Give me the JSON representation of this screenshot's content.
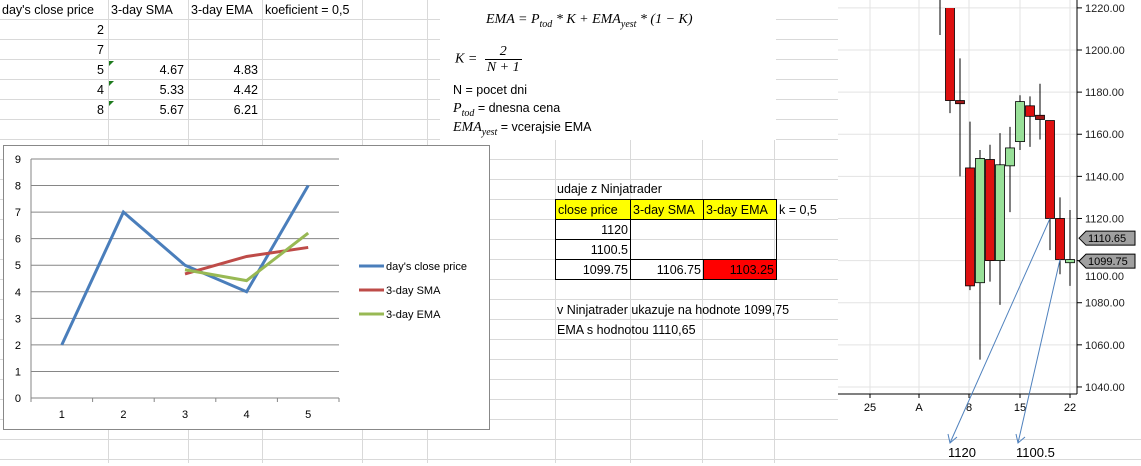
{
  "sheet": {
    "headers": [
      "day's close price",
      "3-day SMA",
      "3-day EMA",
      "koeficient = 0,5"
    ],
    "rows": [
      {
        "close": "2",
        "sma": "",
        "ema": ""
      },
      {
        "close": "7",
        "sma": "",
        "ema": ""
      },
      {
        "close": "5",
        "sma": "4.67",
        "ema": "4.83"
      },
      {
        "close": "4",
        "sma": "5.33",
        "ema": "4.42"
      },
      {
        "close": "8",
        "sma": "5.67",
        "ema": "6.21"
      }
    ]
  },
  "formula": {
    "ema_lhs": "EMA = ",
    "p": "P",
    "tod": "tod",
    "mid": " * K + EMA",
    "yest": "yest",
    "tail": " * (1 − K)",
    "k_lhs": "K = ",
    "k_num": "2",
    "k_den": "N + 1",
    "n_def": "N = pocet dni",
    "p_def": " = dnesna cena",
    "ema_var": "EMA",
    "ema_def": " = vcerajsie EMA"
  },
  "ninja_table": {
    "title": "udaje z Ninjatrader",
    "headers": [
      "close price",
      "3-day SMA",
      "3-day EMA"
    ],
    "k_label": "k = 0,5",
    "rows": [
      [
        "1120",
        "",
        ""
      ],
      [
        "1100.5",
        "",
        ""
      ],
      [
        "1099.75",
        "1106.75",
        "1103.25"
      ]
    ],
    "highlight_color": "#ff0000",
    "note1": "v Ninjatrader ukazuje na hodnote 1099,75",
    "note2": "EMA s hodnotou 1110,65"
  },
  "chart_data": [
    {
      "type": "line",
      "categories": [
        "1",
        "2",
        "3",
        "4",
        "5"
      ],
      "ylim": [
        0,
        9
      ],
      "yticks": [
        "0",
        "1",
        "2",
        "3",
        "4",
        "5",
        "6",
        "7",
        "8",
        "9"
      ],
      "grid": true,
      "legend_position": "right",
      "series": [
        {
          "name": "day's close price",
          "color": "#4a7ebb",
          "values": [
            2,
            7,
            5,
            4,
            8
          ]
        },
        {
          "name": "3-day SMA",
          "color": "#be4b48",
          "values": [
            null,
            null,
            4.67,
            5.33,
            5.67
          ]
        },
        {
          "name": "3-day EMA",
          "color": "#98b954",
          "values": [
            null,
            null,
            4.83,
            4.42,
            6.21
          ]
        }
      ]
    },
    {
      "type": "candlestick",
      "ylim": [
        1036,
        1226
      ],
      "yticks": [
        "1040.00",
        "1060.00",
        "1080.00",
        "1100.00",
        "1120.00",
        "1140.00",
        "1160.00",
        "1180.00",
        "1200.00",
        "1220.00"
      ],
      "xticks": [
        "25",
        "A",
        "8",
        "15",
        "22"
      ],
      "markers": [
        {
          "label": "1110.65",
          "value": 1110.65
        },
        {
          "label": "1099.75",
          "value": 1099.75
        }
      ],
      "candles": [
        {
          "o": 1230,
          "h": 1230,
          "l": 1170,
          "c": 1176
        },
        {
          "o": 1176,
          "h": 1196,
          "l": 1140,
          "c": 1174.5
        },
        {
          "o": 1144,
          "h": 1166,
          "l": 1086,
          "c": 1088
        },
        {
          "o": 1089.5,
          "h": 1152.5,
          "l": 1053,
          "c": 1148.5
        },
        {
          "o": 1148,
          "h": 1155,
          "l": 1090,
          "c": 1100
        },
        {
          "o": 1100,
          "h": 1160.5,
          "l": 1079,
          "c": 1145.5
        },
        {
          "o": 1145,
          "h": 1163.5,
          "l": 1123,
          "c": 1153.5
        },
        {
          "o": 1156.5,
          "h": 1178.5,
          "l": 1152.5,
          "c": 1175.5
        },
        {
          "o": 1173.5,
          "h": 1178,
          "l": 1154,
          "c": 1168.5
        },
        {
          "o": 1169,
          "h": 1184,
          "l": 1157.5,
          "c": 1167
        },
        {
          "o": 1166.5,
          "h": 1166.5,
          "l": 1105,
          "c": 1120
        },
        {
          "o": 1120,
          "h": 1130,
          "l": 1093.5,
          "c": 1100.5
        },
        {
          "o": 1099,
          "h": 1124,
          "l": 1088,
          "c": 1100.5
        }
      ],
      "annotations": [
        {
          "label": "1120",
          "value": 1120
        },
        {
          "label": "1100.5",
          "value": 1100.5
        }
      ]
    }
  ]
}
